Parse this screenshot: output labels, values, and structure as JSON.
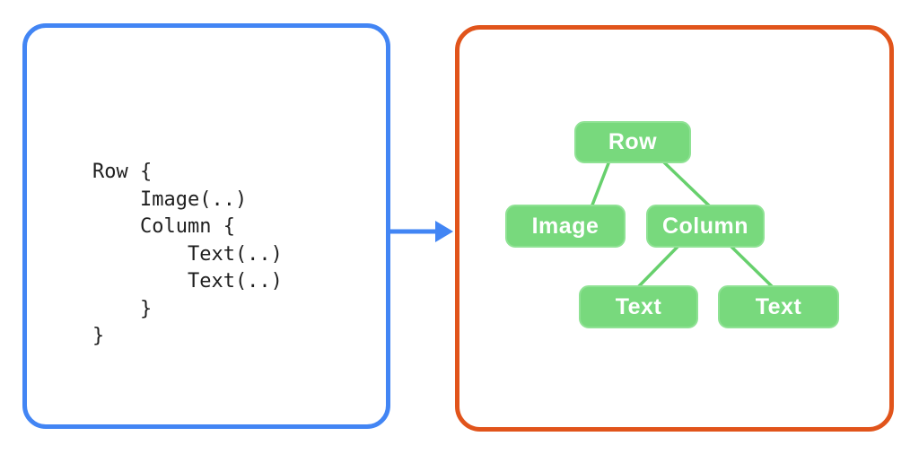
{
  "left_panel": {
    "border_color": "#4285F4",
    "code": {
      "text": "Row {\n    Image(..)\n    Column {\n        Text(..)\n        Text(..)\n    }\n}"
    }
  },
  "arrow": {
    "color": "#4285F4",
    "direction": "right"
  },
  "right_panel": {
    "border_color": "#E1541B",
    "tree": {
      "node_fill": "#78D97D",
      "node_border_color": "#8FE294",
      "edge_color": "#67D06D",
      "label_color": "#FFFFFF",
      "nodes": [
        {
          "id": "row",
          "label": "Row"
        },
        {
          "id": "image",
          "label": "Image"
        },
        {
          "id": "column",
          "label": "Column"
        },
        {
          "id": "text-1",
          "label": "Text"
        },
        {
          "id": "text-2",
          "label": "Text"
        }
      ],
      "edges": [
        {
          "from": "row",
          "to": "image"
        },
        {
          "from": "row",
          "to": "column"
        },
        {
          "from": "column",
          "to": "text-1"
        },
        {
          "from": "column",
          "to": "text-2"
        }
      ]
    }
  }
}
